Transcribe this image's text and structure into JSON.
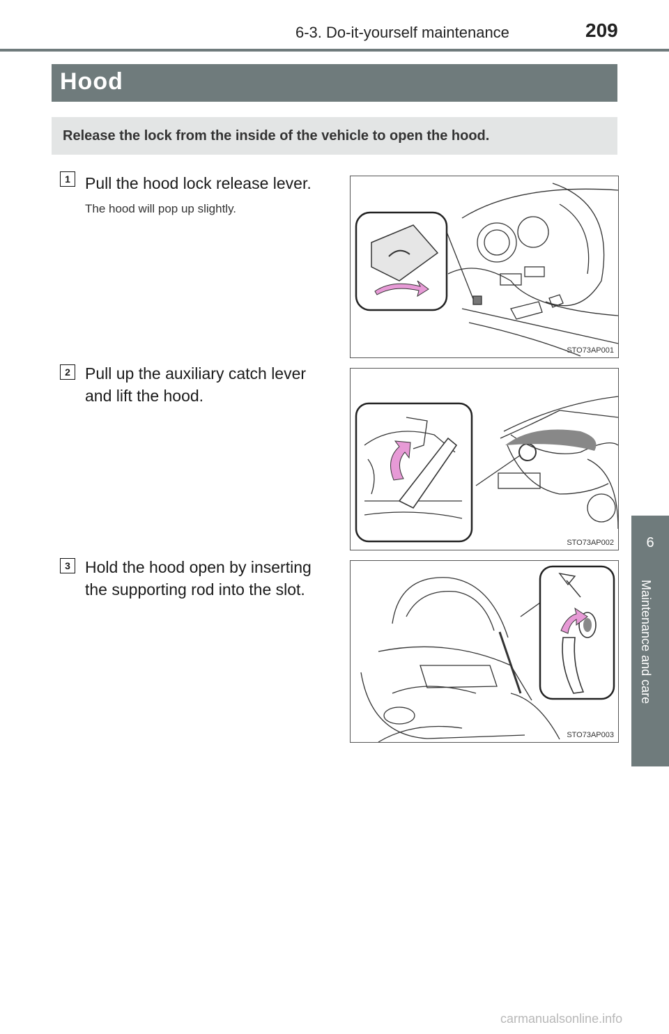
{
  "header": {
    "section": "6-3. Do-it-yourself maintenance",
    "page_number": "209"
  },
  "title": "Hood",
  "intro": "Release the lock from the inside of the vehicle to open the hood.",
  "steps": [
    {
      "number": "1",
      "text": "Pull the hood lock release lever.",
      "note": "The hood will pop up slightly.",
      "image_code": "STO73AP001"
    },
    {
      "number": "2",
      "text": "Pull up the auxiliary catch lever and lift the hood.",
      "image_code": "STO73AP002"
    },
    {
      "number": "3",
      "text": "Hold the hood open by inserting the supporting rod into the slot.",
      "image_code": "STO73AP003"
    }
  ],
  "side_tab": {
    "chapter_number": "6",
    "chapter_title": "Maintenance and care"
  },
  "watermark": "carmanualsonline.info",
  "colors": {
    "accent": "#6f7b7c",
    "intro_bg": "#e3e5e5",
    "arrow": "#e79ad6"
  }
}
